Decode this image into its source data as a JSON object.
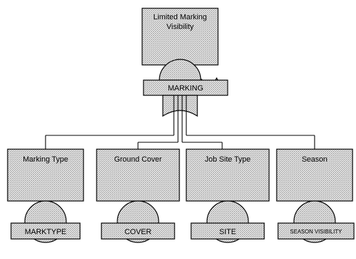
{
  "top_event": {
    "title_line1": "Limited Marking",
    "title_line2": "Visibility",
    "gate_label": "MARKING"
  },
  "children": [
    {
      "title": "Marking Type",
      "gate_label": "MARKTYPE"
    },
    {
      "title": "Ground Cover",
      "gate_label": "COVER"
    },
    {
      "title": "Job Site Type",
      "gate_label": "SITE"
    },
    {
      "title": "Season",
      "gate_label": "SEASON VISIBILITY"
    }
  ]
}
